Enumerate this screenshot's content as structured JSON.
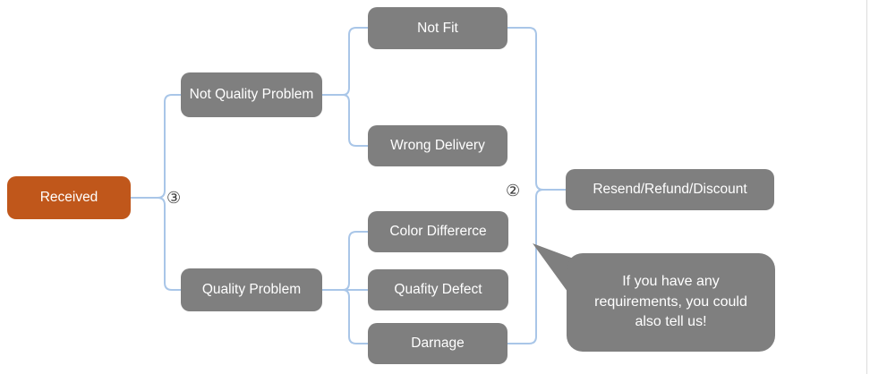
{
  "diagram": {
    "nodes": {
      "received": {
        "label": "Received"
      },
      "not_quality_problem": {
        "label": "Not Quality Problem"
      },
      "quality_problem": {
        "label": "Quality Problem"
      },
      "not_fit": {
        "label": "Not Fit"
      },
      "wrong_delivery": {
        "label": "Wrong Delivery"
      },
      "color_difference": {
        "label": "Color Differerce"
      },
      "quality_defect": {
        "label": "Quafity Defect"
      },
      "damage": {
        "label": "Darnage"
      },
      "resolution": {
        "label": "Resend/Refund/Discount"
      }
    },
    "callout": {
      "text": "If you have any requirements, you could also tell us!"
    },
    "markers": {
      "step3": "③",
      "step2": "②"
    },
    "colors": {
      "root_node": "#c0571b",
      "node": "#7f7f7f",
      "node_text": "#ffffff",
      "connector": "#a9c6e8",
      "marker": "#3a3a3a"
    }
  }
}
